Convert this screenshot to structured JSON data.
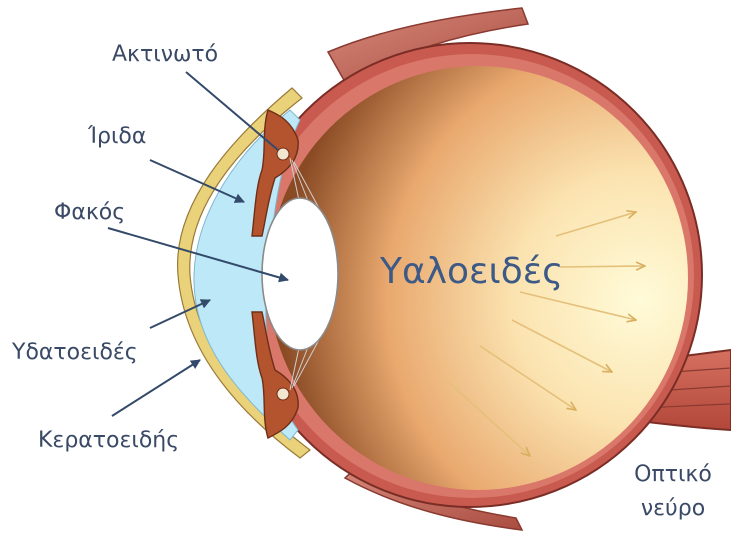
{
  "labels": {
    "ciliary": "Ακτινωτό",
    "iris": "Ίριδα",
    "lens": "Φακός",
    "aqueous": "Υδατοειδές",
    "cornea": "Κερατοειδής",
    "vitreous": "Υαλοειδές",
    "optic_line1": "Οπτικό",
    "optic_line2": "νεύρο"
  },
  "colors": {
    "sclera": "#c85a4f",
    "cornea": "#e9d27a",
    "aqueous": "#bde8f8",
    "muscle": "#b4542e",
    "vitreous_light": "#fff7cf",
    "vitreous_dark": "#a8582a",
    "label_text": "#3a4a66",
    "pointer": "#334a6a",
    "light_ray": "#e4c07a"
  }
}
